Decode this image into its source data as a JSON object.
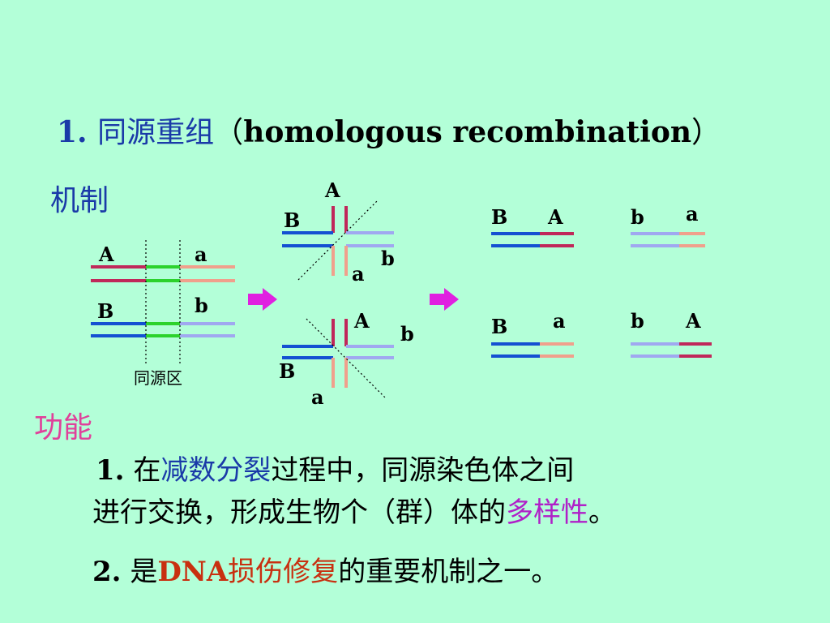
{
  "title": {
    "number": "1.",
    "cn": "同源重组",
    "open": "（",
    "en": "homologous recombination",
    "close": "）"
  },
  "mechanism_label": "机制",
  "function_label": "功能",
  "diagram": {
    "homologous_region_label": "同源区",
    "left": {
      "A": "A",
      "a": "a",
      "B": "B",
      "b": "b"
    },
    "top_cross": {
      "A": "A",
      "B": "B",
      "a": "a",
      "b": "b"
    },
    "bottom_cross": {
      "A": "A",
      "B": "B",
      "a": "a",
      "b": "b"
    },
    "results": {
      "r1": {
        "left": "B",
        "right": "A"
      },
      "r2": {
        "left": "b",
        "right": "a"
      },
      "r3": {
        "left": "B",
        "right": "a"
      },
      "r4": {
        "left": "b",
        "right": "A"
      }
    }
  },
  "points": {
    "p1": {
      "num": "1.",
      "pre": "在",
      "hl1": "减数分裂",
      "mid": "过程中，同源染色体之间",
      "line2_pre": "进行交换，形成生物个（群）体的",
      "hl2": "多样性",
      "end": "。"
    },
    "p2": {
      "num": "2.",
      "pre": "是",
      "hl_en": "DNA",
      "hl_cn": "损伤修复",
      "end": "的重要机制之一。"
    }
  },
  "colors": {
    "background": "#b3ffd8",
    "dark_red": "#c0285a",
    "salmon": "#f0a08c",
    "blue": "#1450d2",
    "light_blue": "#a0a8f0",
    "green": "#2cd22c",
    "magenta": "#e020e0"
  }
}
